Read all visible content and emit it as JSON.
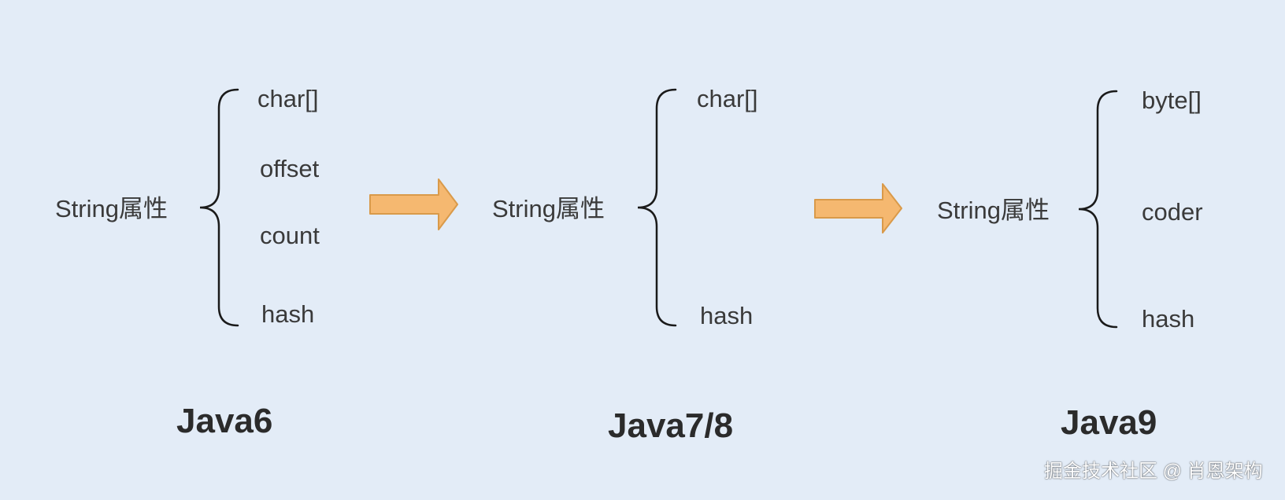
{
  "diagram": {
    "columns": [
      {
        "root_label": "String属性",
        "fields": [
          "char[]",
          "offset",
          "count",
          "hash"
        ],
        "version": "Java6"
      },
      {
        "root_label": "String属性",
        "fields": [
          "char[]",
          "hash"
        ],
        "version": "Java7/8"
      },
      {
        "root_label": "String属性",
        "fields": [
          "byte[]",
          "coder",
          "hash"
        ],
        "version": "Java9"
      }
    ],
    "arrow_colors": {
      "fill": "#f5b870",
      "stroke": "#d99a4a"
    }
  },
  "watermark": "掘金技术社区 @ 肖恩架构"
}
